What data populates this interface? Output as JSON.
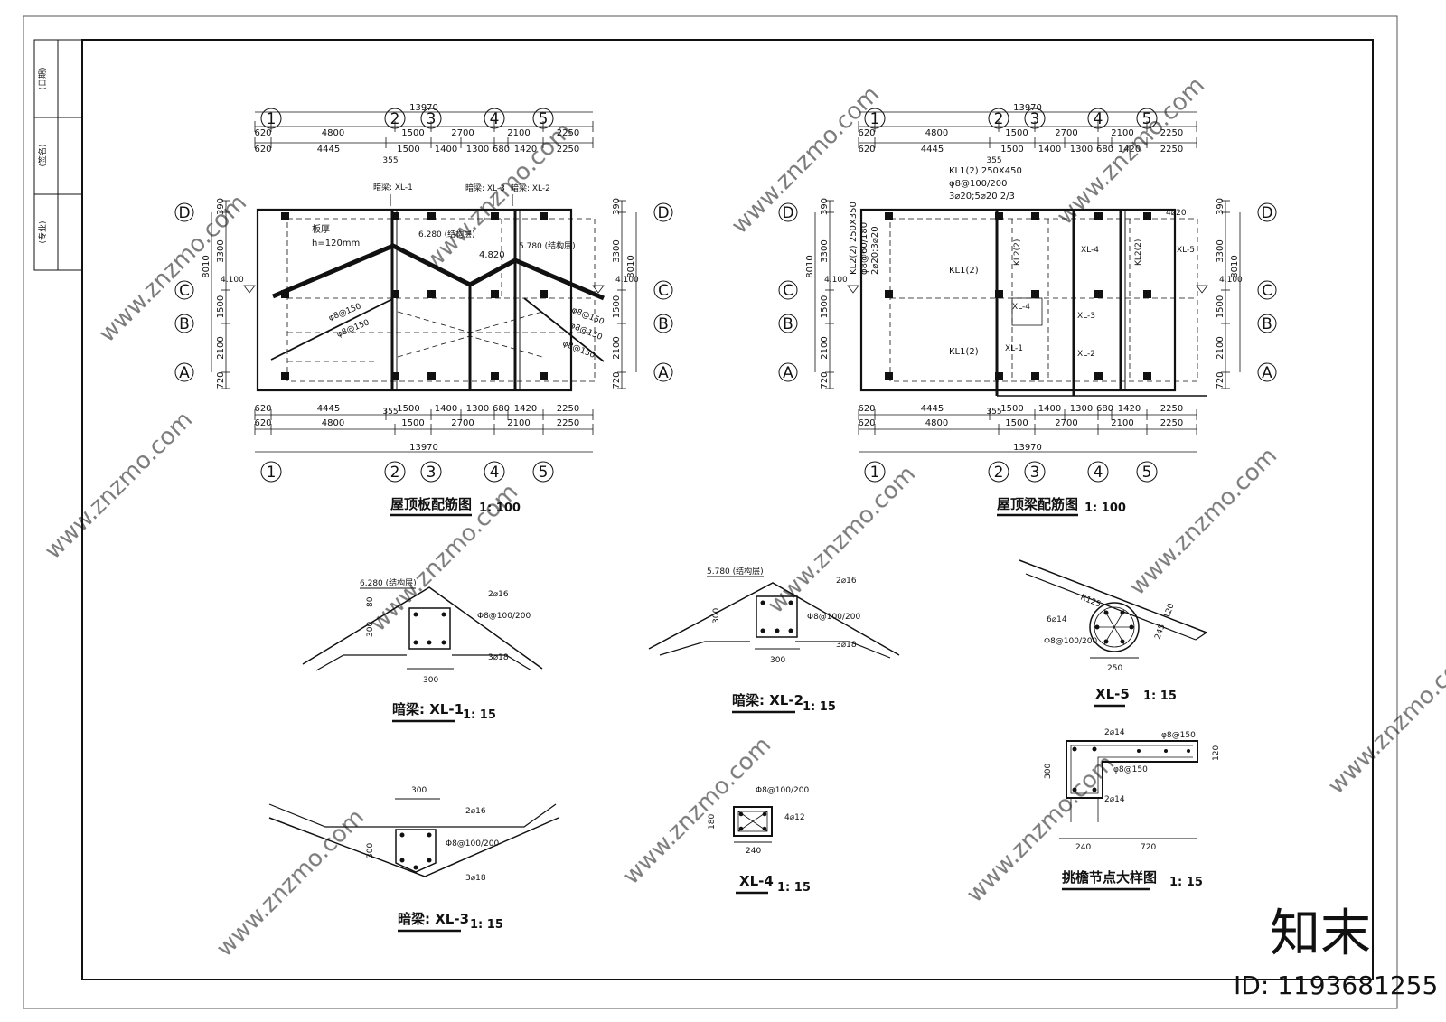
{
  "title_block": {
    "date_label": "(日期)",
    "sign_label": "(签名)",
    "major_label": "(专业)"
  },
  "plan_a": {
    "title": "屋顶板配筋图",
    "scale": "1: 100",
    "beam_tags": [
      "暗梁: XL-1",
      "暗梁: XL-3",
      "暗梁: XL-2"
    ],
    "thickness_label": "板厚",
    "thickness_value": "h=120mm",
    "ridge_1": "6.280 (结构层)",
    "valley": "4.820",
    "ridge_2": "5.780 (结构层)",
    "rebar": [
      "φ8@150",
      "φ8@150",
      "φ8@150",
      "φ8@150",
      "φ8@150"
    ]
  },
  "plan_b": {
    "title": "屋顶梁配筋图",
    "scale": "1: 100",
    "kl1_note": [
      "KL1(2) 250X450",
      "φ8@100/200",
      "3⌀20;5⌀20 2/3"
    ],
    "kl2_note": [
      "KL2(2) 250X350",
      "φ8@60/180",
      "2⌀20;3⌀20"
    ],
    "corner_note": "4⌀20",
    "labels": [
      "KL1(2)",
      "KL1(2)",
      "KL2(2)",
      "KL2(2)",
      "XL-4",
      "XL-5",
      "XL-4",
      "XL-3",
      "XL-1",
      "XL-2"
    ]
  },
  "shared": {
    "axes": [
      "1",
      "2",
      "3",
      "4",
      "5"
    ],
    "rows": [
      "D",
      "C",
      "B",
      "A"
    ],
    "total": "13970",
    "dims_top_1": [
      "620",
      "4800",
      "1500",
      "2700",
      "2100",
      "2250"
    ],
    "dims_top_2": [
      "620",
      "4445",
      "1500",
      "1400",
      "1300",
      "680",
      "1420",
      "2250"
    ],
    "dim_355": "355",
    "dims_v": [
      "390",
      "3300",
      "1500",
      "2100",
      "720"
    ],
    "total_v": "8010",
    "eave": "4.100"
  },
  "detail_xl1": {
    "title": "暗梁: XL-1",
    "scale": "1: 15",
    "elev": "6.280 (结构层)",
    "top": "2⌀16",
    "stirrup": "Φ8@100/200",
    "bottom": "3⌀18",
    "d80": "80",
    "d300v": "300",
    "width": "300"
  },
  "detail_xl2": {
    "title": "暗梁: XL-2",
    "scale": "1: 15",
    "elev": "5.780 (结构层)",
    "top": "2⌀16",
    "stirrup": "Φ8@100/200",
    "bottom": "3⌀18",
    "d300v": "300",
    "width": "300"
  },
  "detail_xl3": {
    "title": "暗梁: XL-3",
    "scale": "1: 15",
    "width": "300",
    "top": "2⌀16",
    "stirrup": "Φ8@100/200",
    "bottom": "3⌀18",
    "d300v": "300"
  },
  "detail_xl4": {
    "title": "XL-4",
    "scale": "1: 15",
    "stirrup": "Φ8@100/200",
    "bars": "4⌀12",
    "height": "180",
    "width": "240"
  },
  "detail_xl5": {
    "title": "XL-5",
    "scale": "1: 15",
    "radius": "R125",
    "bars": "6⌀14",
    "stirrup": "Φ8@100/200",
    "d250": "250",
    "d245": "245",
    "d120": "120"
  },
  "detail_eave": {
    "title": "挑檐节点大样图",
    "scale": "1: 15",
    "top": "2⌀14",
    "slab_bar": "φ8@150",
    "inner_bar": "φ8@150",
    "bottom": "2⌀14",
    "h300": "300",
    "h120": "120",
    "w240": "240",
    "w720": "720"
  },
  "watermark": {
    "brand": "知末",
    "id": "ID: 1193681255",
    "url": "www.znzmo.com"
  }
}
